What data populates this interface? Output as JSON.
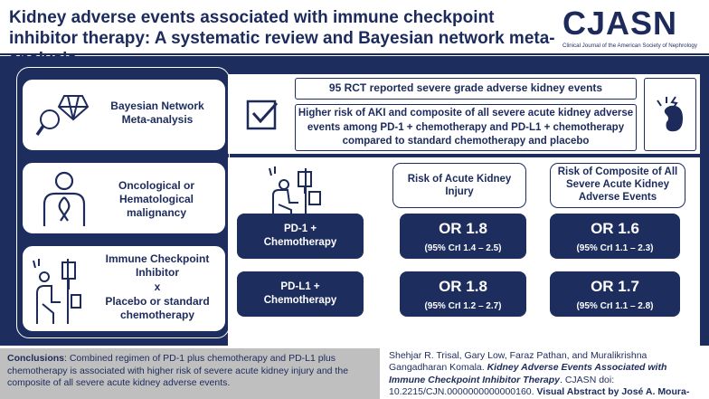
{
  "header": {
    "title": "Kidney adverse events associated with immune checkpoint inhibitor therapy: A systematic review and Bayesian network meta-analysis",
    "logo_text": "CJASN",
    "logo_subtitle": "Clinical Journal of the American Society of Nephrology",
    "brand_color": "#1d2d5e"
  },
  "left_panel": {
    "items": [
      {
        "label": "Bayesian Network Meta-analysis",
        "icon": "network-search-icon"
      },
      {
        "label": "Oncological or Hematological malignancy",
        "icon": "cancer-ribbon-person-icon"
      },
      {
        "label_line1": "Immune Checkpoint Inhibitor",
        "label_line2": "x",
        "label_line3": "Placebo or standard chemotherapy",
        "icon": "patient-iv-icon"
      }
    ]
  },
  "findings": {
    "finding1": "95 RCT reported severe grade adverse kidney events",
    "finding2": "Higher risk of AKI and composite of all severe acute kidney adverse events among PD-1 + chemotherapy and PD-L1 + chemotherapy compared to standard chemotherapy and placebo"
  },
  "results": {
    "col_headers": [
      "Risk of Acute Kidney Injury",
      "Risk of Composite of All Severe Acute Kidney Adverse Events"
    ],
    "rows": [
      {
        "arm": "PD-1 + Chemotherapy",
        "aki_or": "OR 1.8",
        "aki_ci": "(95% CrI 1.4 – 2.5)",
        "comp_or": "OR 1.6",
        "comp_ci": "(95% CrI 1.1 – 2.3)"
      },
      {
        "arm": "PD-L1 + Chemotherapy",
        "aki_or": "OR 1.8",
        "aki_ci": "(95% CrI 1.2 – 2.7)",
        "comp_or": "OR 1.7",
        "comp_ci": "(95% CrI 1.1 – 2.8)"
      }
    ]
  },
  "conclusion": {
    "label": "Conclusions",
    "text": ": Combined regimen of PD-1 plus chemotherapy and PD-L1 plus chemotherapy is associated with higher risk of severe acute kidney injury and the composite of all severe acute kidney adverse events."
  },
  "citation": {
    "authors": "Shehjar R. Trisal, Gary Low, Faraz Pathan, and Muralikrishna Gangadharan Komala. ",
    "article_title": "Kidney Adverse Events Associated with Immune Checkpoint Inhibitor Therapy",
    "journal_doi": ". CJASN doi: 10.2215/CJN.0000000000000160. ",
    "visual_abstract_by": "Visual Abstract by José A. Moura-Neto, MD, FASN, FRCP"
  }
}
